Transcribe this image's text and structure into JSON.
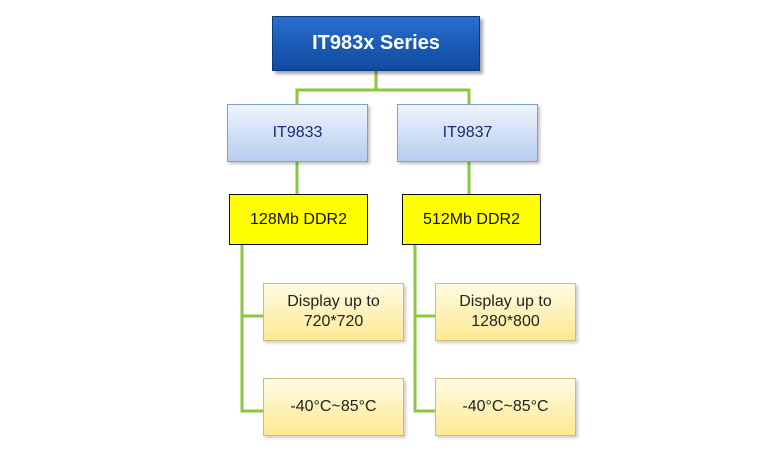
{
  "diagram": {
    "root": {
      "label": "IT983x Series"
    },
    "branches": [
      {
        "chip": "IT9833",
        "memory": "128Mb DDR2",
        "features": [
          "Display up to\n720*720",
          "-40°C~85°C"
        ]
      },
      {
        "chip": "IT9837",
        "memory": "512Mb DDR2",
        "features": [
          "Display up to\n1280*800",
          "-40°C~85°C"
        ]
      }
    ],
    "connector_color": "#8dc63f"
  }
}
